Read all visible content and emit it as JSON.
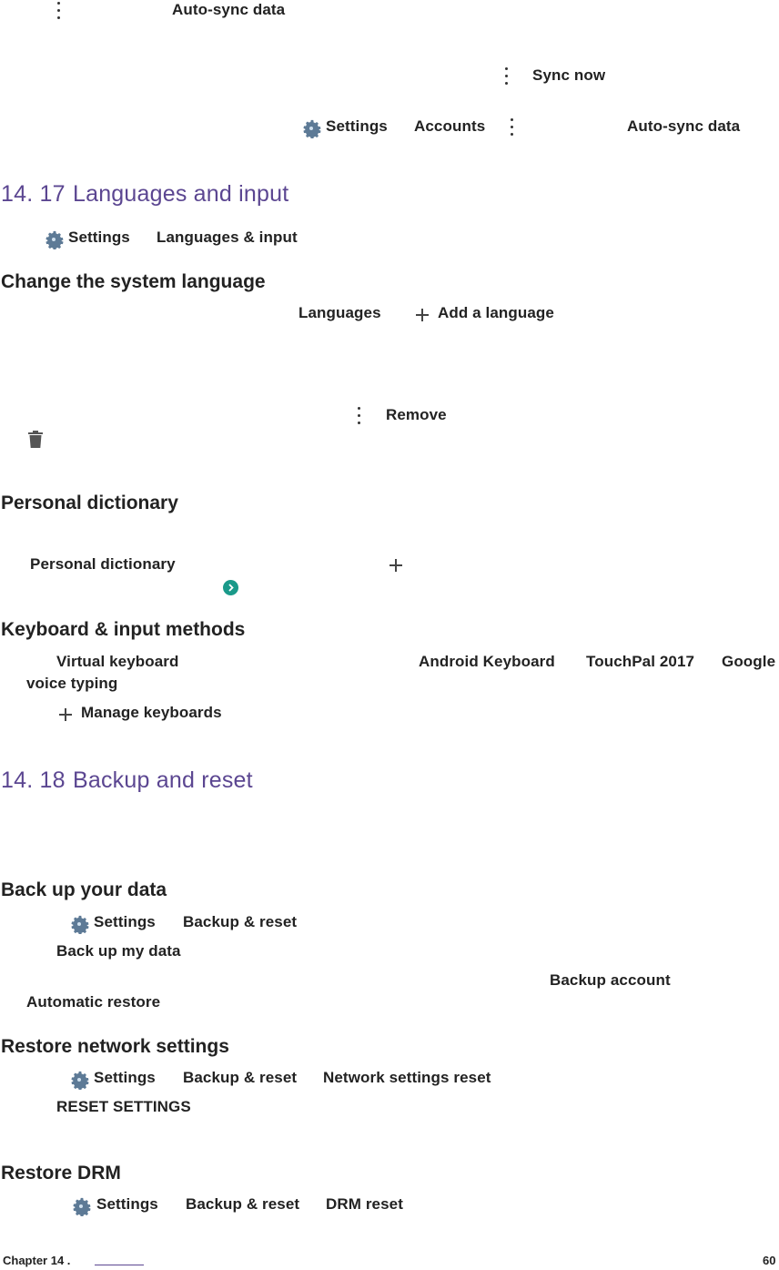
{
  "s1": {
    "auto_sync_top": "Auto-sync data",
    "sync_now": "Sync now",
    "settings": "Settings",
    "accounts": "Accounts",
    "auto_sync": "Auto-sync data"
  },
  "lang": {
    "heading_num": "14. 17",
    "heading": "Languages and input",
    "settings": "Settings",
    "path": "Languages & input",
    "change_title": "Change the system language",
    "languages": "Languages",
    "add_language": "Add  a  language",
    "remove": "Remove",
    "dict_title": "Personal dictionary",
    "dict_item": "Personal dictionary",
    "keyboard_title": "Keyboard & input methods",
    "virtual_keyboard": "Virtual keyboard",
    "android_keyboard": "Android Keyboard",
    "touchpal": "TouchPal 2017",
    "google": "Google",
    "voice_typing": "voice typing",
    "manage_keyboards": "Manage keyboards"
  },
  "backup": {
    "heading_num": "14. 18",
    "heading": "Backup and reset",
    "backup_title": "Back up your data",
    "settings1": "Settings",
    "path1": "Backup & reset",
    "back_up_my_data": "Back up my data",
    "backup_account": "Backup  account",
    "automatic_restore": "Automatic restore",
    "network_title": "Restore network settings",
    "settings2": "Settings",
    "path2a": "Backup & reset",
    "path2b": "Network settings reset",
    "reset_settings": "RESET SETTINGS",
    "drm_title": "Restore DRM",
    "settings3": "Settings",
    "path3a": "Backup & reset",
    "path3b": "DRM reset"
  },
  "footer": {
    "chapter": "Chapter 14 .",
    "page": "60"
  },
  "colors": {
    "heading": "#5b4691",
    "teal_badge": "#1a9a8a",
    "gear": "#5d7a96"
  }
}
